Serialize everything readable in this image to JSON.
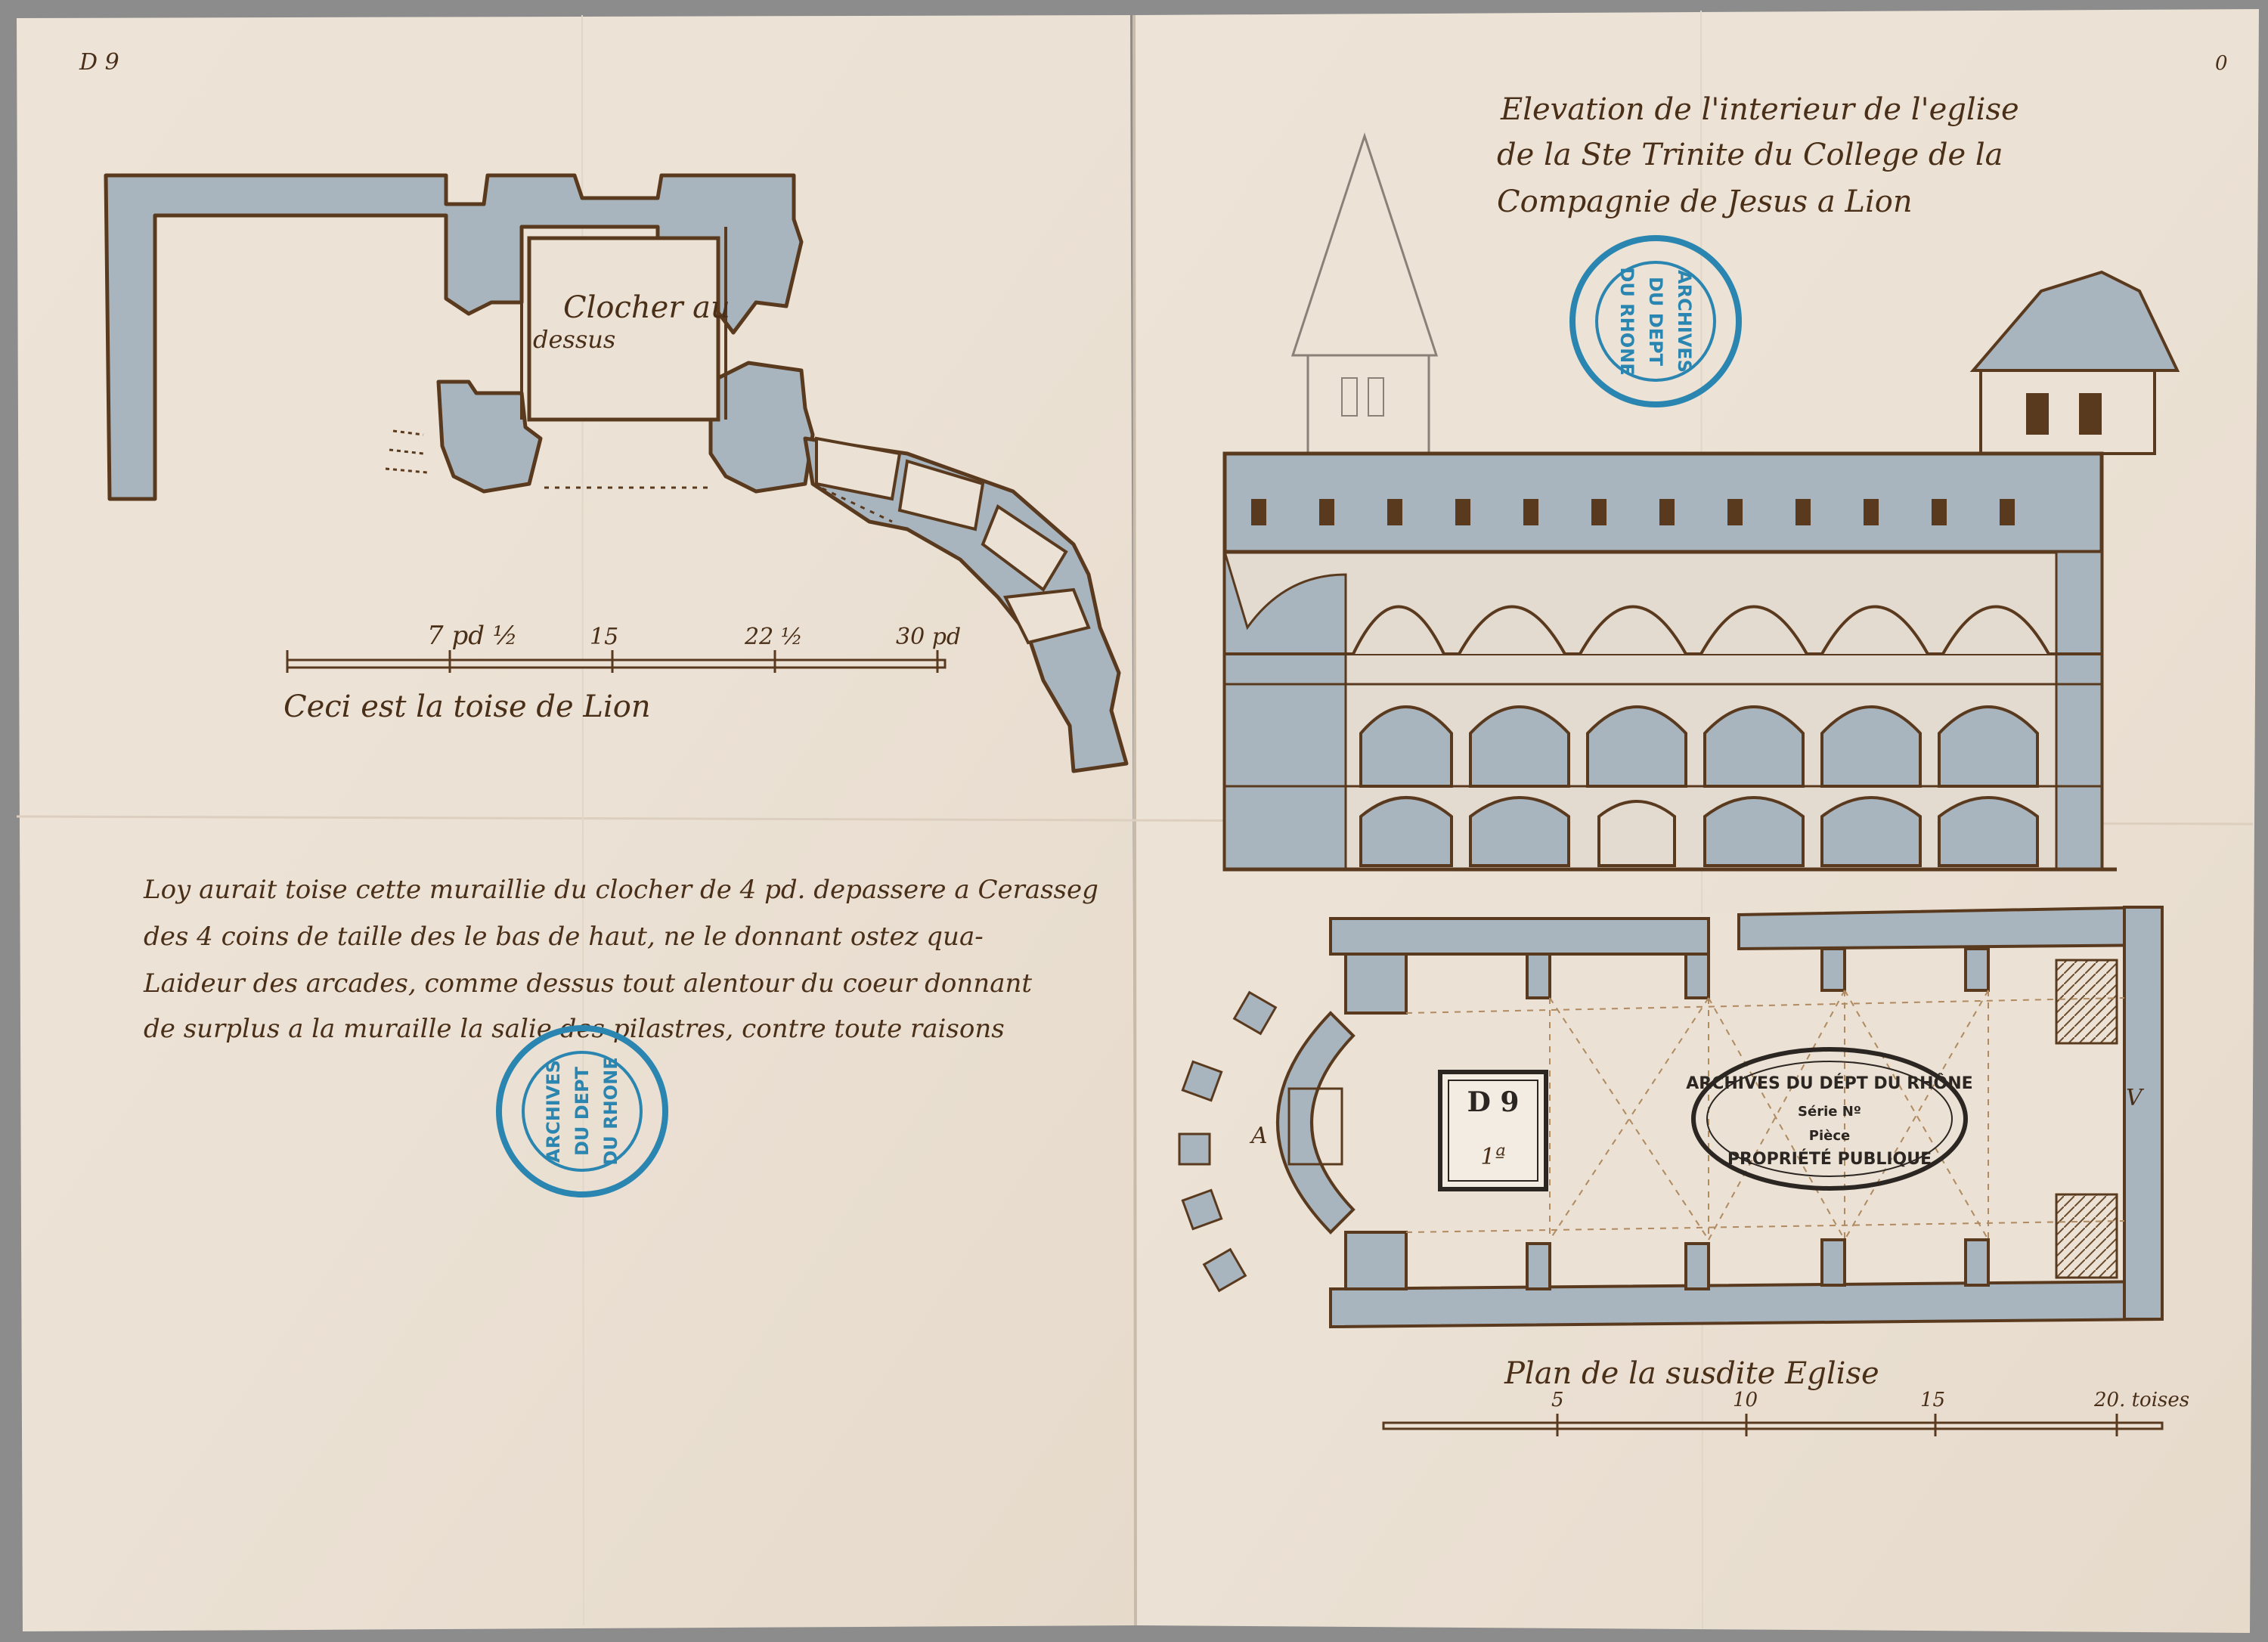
{
  "document": {
    "folio_mark": "D 9",
    "sheet_number": "1ª",
    "corner_mark": "0"
  },
  "left_page": {
    "plan": {
      "room_label_line1": "Clocher au",
      "room_label_line2": "dessus"
    },
    "scale": {
      "ticks": [
        "7 pd ½",
        "15",
        "22 ½",
        "30 pd"
      ],
      "caption": "Ceci est la toise de Lion"
    },
    "note": {
      "lines": [
        "Loy aurait toise cette muraillie du clocher de 4 pd. depassere a Cerasseg",
        "des 4 coins de taille des le bas de haut, ne le donnant ostez qua-",
        "Laideur des arcades, comme dessus tout alentour du coeur donnant",
        "de surplus a la muraille la salie des pilastres, contre toute raisons"
      ]
    }
  },
  "right_page": {
    "title_lines": [
      "Elevation de l'interieur de l'eglise",
      "de la Ste Trinite du College de la",
      "Compagnie de Jesus a Lion"
    ],
    "plan_caption": "Plan de la susdite Eglise",
    "plan_marks": {
      "choir": "A",
      "entrance": "V"
    },
    "scale": {
      "ticks": [
        "5",
        "10",
        "15",
        "20. toises"
      ]
    }
  },
  "stamps": {
    "round": {
      "line1": "ARCHIVES",
      "line2": "DU DEPT",
      "line3": "DU RHONE"
    },
    "oval": {
      "line1": "ARCHIVES DU DÉPT DU RHÔNE",
      "line2": "Série   Nº",
      "line3": "Pièce",
      "line4": "PROPRIÉTÉ PUBLIQUE"
    }
  },
  "colors": {
    "paper": "#ece2d6",
    "ink": "#5a3a1e",
    "wash": "#a4b2bc",
    "stamp_blue": "#2a86b0",
    "stamp_black": "#2b2622",
    "background": "#8c8c8c"
  }
}
